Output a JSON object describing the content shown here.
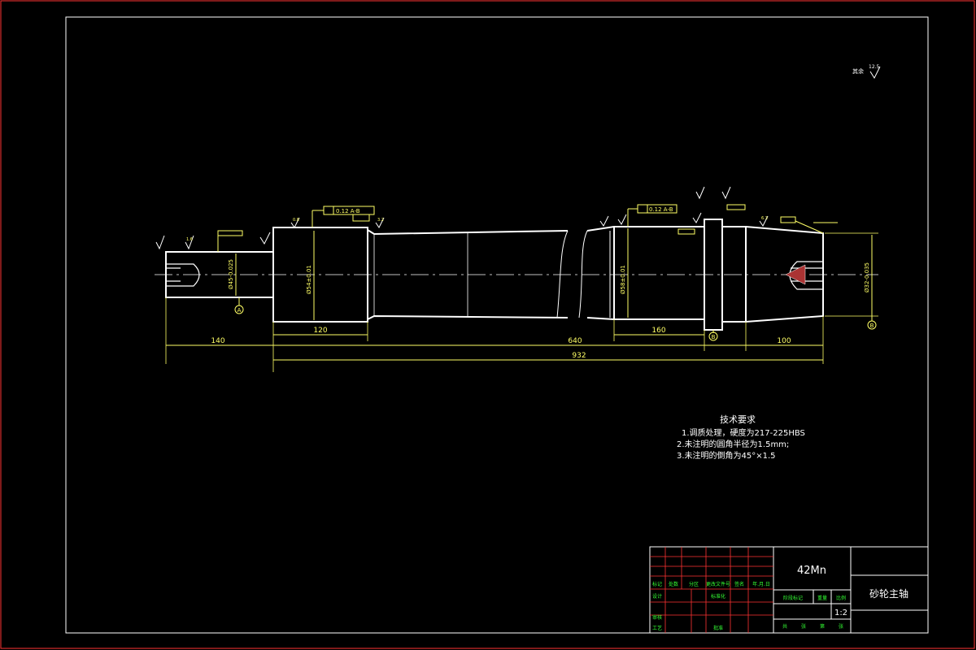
{
  "dims": {
    "d140": "140",
    "d120": "120",
    "d640": "640",
    "d160": "160",
    "d100": "100",
    "d932": "932",
    "dia_left": "Ø45-0.025",
    "dia_body": "Ø54±0.01",
    "dia_right": "Ø58±0.01",
    "dia_cone": "Ø32-0.035"
  },
  "datums": [
    "A",
    "B",
    "B"
  ],
  "tolerances": {
    "tol1": "0.12 A-B",
    "tol2": "0.12 A-B"
  },
  "roughness": {
    "rest_label": "其余",
    "rest_value": "12.5",
    "r08": "0.8",
    "r16": "1.6",
    "r32": "3.2",
    "r63": "6.3"
  },
  "requirements": {
    "title": "技术要求",
    "items": [
      "1.调质处理，硬度为217-225HBS",
      "2.未注明的圆角半径为1.5mm;",
      "3.未注明的倒角为45°×1.5"
    ]
  },
  "title_block": {
    "material": "42Mn",
    "part_name": "砂轮主轴",
    "scale_label": "比例",
    "scale": "1:2",
    "weight_label": "重量",
    "stage_label": "阶段标记",
    "row_labels": [
      "标记",
      "处数",
      "分区",
      "更改文件号",
      "签名",
      "年.月.日"
    ],
    "left_labels": [
      "设计",
      "审核",
      "工艺"
    ],
    "mid_labels": [
      "标准化",
      "批准"
    ],
    "sheet_labels": [
      "共",
      "张",
      "第",
      "张"
    ]
  },
  "colors": {
    "outline": "#ffffff",
    "dimension": "#ffff66",
    "frame": "#ff3333",
    "table_text": "#33ff33"
  }
}
